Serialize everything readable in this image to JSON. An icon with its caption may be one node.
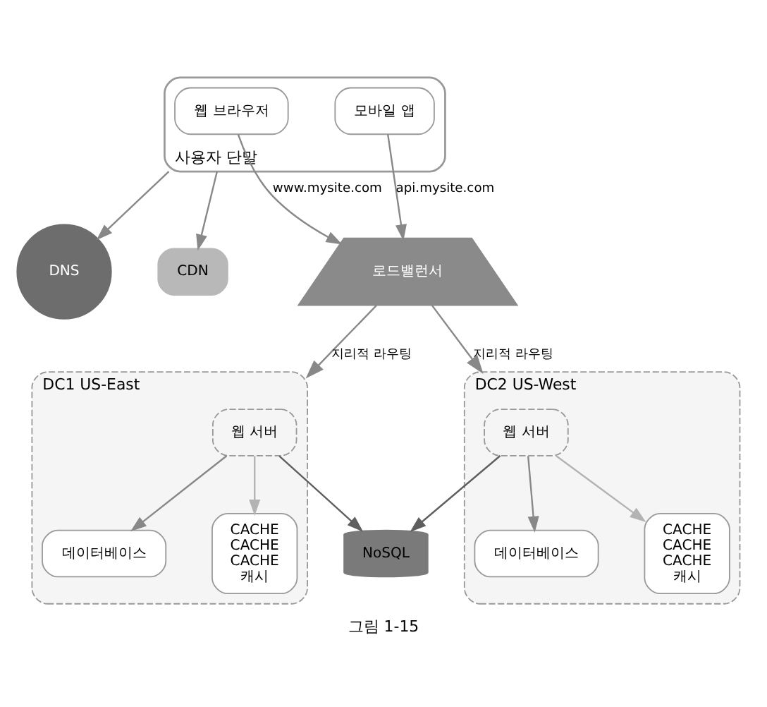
{
  "diagram": {
    "caption": "그림 1-15",
    "nodes": [
      {
        "text": [
          "사용자 단말"
        ]
      },
      {
        "text": [
          "웹 브라우저"
        ],
        "in": 0
      },
      {
        "text": [
          "모바일 앱"
        ],
        "in": 0
      },
      {
        "text": [
          "DNS"
        ]
      },
      {
        "text": [
          "CDN"
        ]
      },
      {
        "text": [
          "로드밸런서"
        ]
      },
      {
        "text": [
          "DC1 US-East"
        ]
      },
      {
        "text": [
          "웹 서버"
        ],
        "in": 6
      },
      {
        "text": [
          "데이터베이스"
        ],
        "in": 6
      },
      {
        "text": [
          "CACHE",
          "CACHE",
          "CACHE",
          "캐시"
        ],
        "in": 6
      },
      {
        "text": [
          "DC2 US-West"
        ]
      },
      {
        "text": [
          "웹 서버"
        ],
        "in": 10
      },
      {
        "text": [
          "데이터베이스"
        ],
        "in": 10
      },
      {
        "text": [
          "CACHE",
          "CACHE",
          "CACHE",
          "캐시"
        ],
        "in": 10
      },
      {
        "text": [
          "NoSQL"
        ]
      }
    ],
    "edges": [
      {
        "from": 0,
        "to": 3,
        "arrow": "to"
      },
      {
        "from": 0,
        "to": 4,
        "arrow": "to"
      },
      {
        "from": 1,
        "to": 5,
        "arrow": "to",
        "label": "www.mysite.com"
      },
      {
        "from": 2,
        "to": 5,
        "arrow": "to",
        "label": "api.mysite.com"
      },
      {
        "from": 5,
        "to": 6,
        "arrow": "to",
        "label": "지리적 라우팅"
      },
      {
        "from": 5,
        "to": 10,
        "arrow": "to",
        "label": "지리적 라우팅"
      },
      {
        "from": 7,
        "to": 8,
        "arrow": "to"
      },
      {
        "from": 7,
        "to": 9,
        "arrow": "to",
        "color": "#b3b3b3"
      },
      {
        "from": 7,
        "to": 14,
        "arrow": "to",
        "color": "#5f5f5f"
      },
      {
        "from": 11,
        "to": 12,
        "arrow": "to"
      },
      {
        "from": 11,
        "to": 13,
        "arrow": "to",
        "color": "#b3b3b3"
      },
      {
        "from": 11,
        "to": 14,
        "arrow": "to",
        "color": "#5f5f5f"
      }
    ]
  }
}
